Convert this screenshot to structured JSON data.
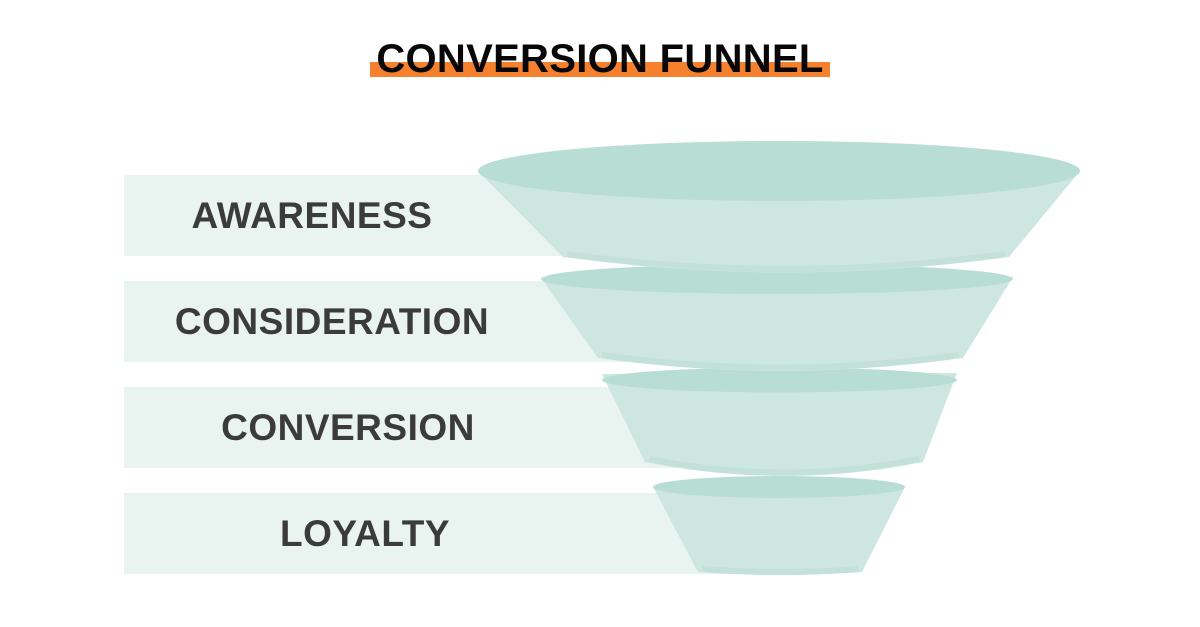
{
  "title": {
    "text": "CONVERSION FUNNEL"
  },
  "colors": {
    "background": "#ffffff",
    "accent_orange": "#f5812f",
    "title_text": "#070707",
    "label_text": "#3b3b3b",
    "band_bg": "#e9f3f0",
    "funnel_top": "#b7ddd4",
    "funnel_body": "#cde7e0",
    "funnel_lip": "#c3e1d9"
  },
  "funnel": {
    "type": "funnel",
    "direction": "top-down",
    "stages": [
      {
        "label": "AWARENESS"
      },
      {
        "label": "CONSIDERATION"
      },
      {
        "label": "CONVERSION"
      },
      {
        "label": "LOYALTY"
      }
    ]
  }
}
